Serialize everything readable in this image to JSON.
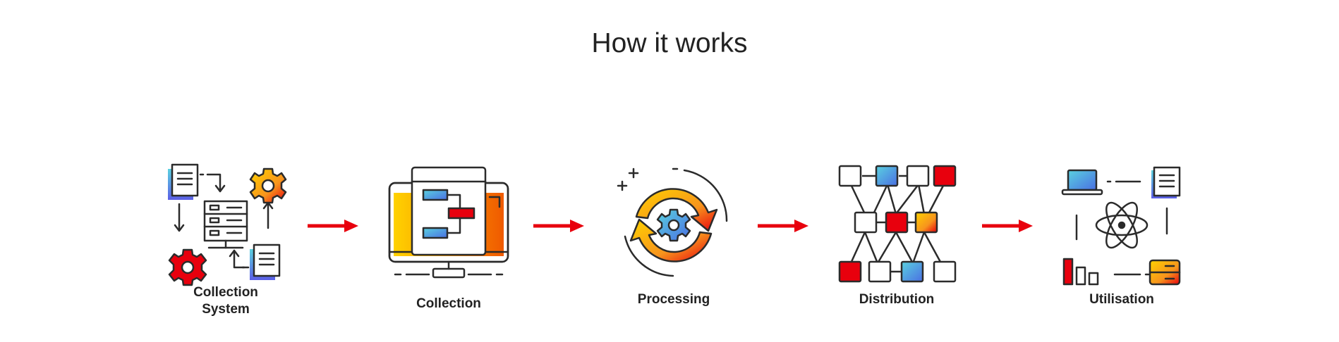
{
  "title": "How it works",
  "steps": [
    {
      "label_line1": "Collection",
      "label_line2": "System"
    },
    {
      "label": "Collection"
    },
    {
      "label": "Processing"
    },
    {
      "label": "Distribution"
    },
    {
      "label": "Utilisation"
    }
  ],
  "colors": {
    "arrow": "#e8000d",
    "stroke": "#2b2b2b",
    "red": "#e8000d",
    "orange": "#f7941d",
    "yellow": "#ffcc00",
    "blue": "#4a8fe2",
    "cyan": "#5ad1e0"
  }
}
